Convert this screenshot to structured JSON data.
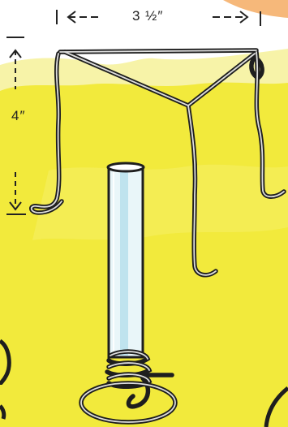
{
  "illustration": {
    "dimensions": {
      "width_label": "3 ½″",
      "height_label": "4″"
    },
    "colors": {
      "paper": "#ffffff",
      "yellow_wash": "#f2ea3c",
      "pale_yellow": "#f7f3a8",
      "orange_wash": "#f6b87a",
      "wire": "#1e1e1e",
      "glass_tint": "#bfe3ee"
    },
    "objects": [
      "wire-tripod-stand",
      "test-tube",
      "coiled-wire-base"
    ]
  }
}
